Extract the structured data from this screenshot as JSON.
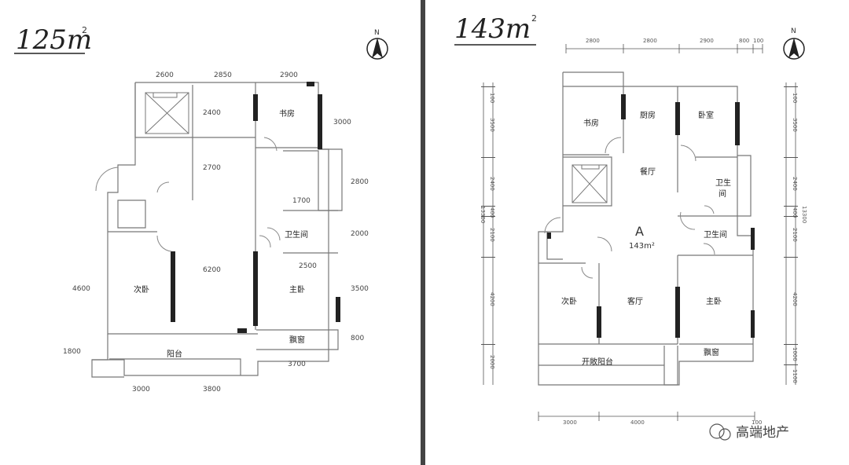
{
  "plan125": {
    "area_title": "125m",
    "area_sup": "2",
    "north": "N",
    "rooms": {
      "study": "书房",
      "second_bedroom": "次卧",
      "master_bedroom": "主卧",
      "bathroom": "卫生间",
      "bay_window": "飘窗",
      "balcony": "阳台"
    },
    "dims": {
      "top_1": "2600",
      "top_2": "2850",
      "top_3": "2900",
      "r_1": "3000",
      "r_2": "2800",
      "r_3": "2000",
      "r_4": "3500",
      "r_5": "800",
      "in_2400": "2400",
      "in_2700": "2700",
      "in_1700": "1700",
      "in_6200": "6200",
      "in_2500": "2500",
      "left_4600": "4600",
      "left_1800": "1800",
      "bot_3000": "3000",
      "bot_3800": "3800",
      "bot_3700": "3700"
    }
  },
  "plan143": {
    "area_title": "143m",
    "area_sup": "2",
    "north": "N",
    "unit_label": "A",
    "unit_area": "143m²",
    "rooms": {
      "study": "书房",
      "kitchen": "厨房",
      "bedroom": "卧室",
      "dining": "餐厅",
      "bath_v1": "卫生",
      "bath_v2": "间",
      "bathroom": "卫生间",
      "second_bedroom": "次卧",
      "living": "客厅",
      "master_bedroom": "主卧",
      "bay_window": "飘窗",
      "open_balcony": "开敞阳台"
    },
    "dims_top": [
      "2800",
      "2800",
      "2900",
      "800",
      "100"
    ],
    "dims_bottom": [
      "3000",
      "4000",
      "100"
    ],
    "dims_left": [
      "100",
      "3500",
      "2400",
      "400",
      "2100",
      "4200",
      "2000"
    ],
    "dims_left_total": "13300",
    "dims_right": [
      "100",
      "3500",
      "2400",
      "400",
      "2100",
      "4200",
      "1000",
      "1100"
    ],
    "dims_right_total": "13300"
  },
  "watermark": "高端地产"
}
